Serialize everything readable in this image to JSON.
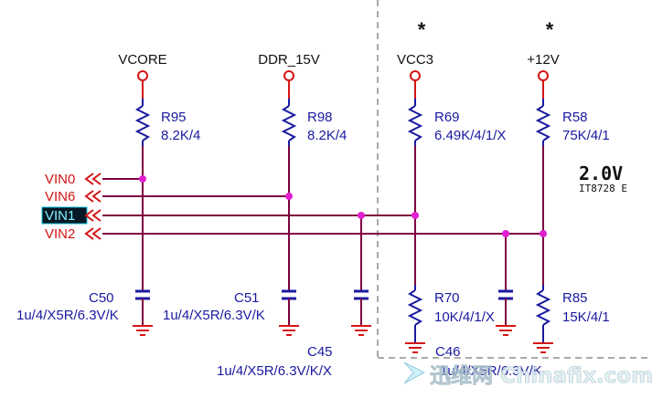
{
  "rails": [
    {
      "id": "vcore",
      "label": "VCORE"
    },
    {
      "id": "ddr",
      "label": "DDR_15V"
    },
    {
      "id": "vcc3",
      "label": "VCC3",
      "star": "*"
    },
    {
      "id": "p12",
      "label": "+12V",
      "star": "*"
    }
  ],
  "resistors": [
    {
      "ref": "R95",
      "value": "8.2K/4"
    },
    {
      "ref": "R98",
      "value": "8.2K/4"
    },
    {
      "ref": "R69",
      "value": "6.49K/4/1/X"
    },
    {
      "ref": "R58",
      "value": "75K/4/1"
    },
    {
      "ref": "R70",
      "value": "10K/4/1/X"
    },
    {
      "ref": "R85",
      "value": "15K/4/1"
    }
  ],
  "capacitors": [
    {
      "ref": "C50",
      "value": "1u/4/X5R/6.3V/K"
    },
    {
      "ref": "C51",
      "value": "1u/4/X5R/6.3V/K"
    },
    {
      "ref": "C45",
      "value": "1u/4/X5R/6.3V/K/X"
    },
    {
      "ref": "C46",
      "value": "1u/4/X5R/6.3V/K"
    }
  ],
  "ports": [
    "VIN0",
    "VIN6",
    "VIN1",
    "VIN2"
  ],
  "ic": {
    "voltage": "2.0V",
    "part": "IT8728 E"
  },
  "watermark": {
    "text": "迅维网 Chinafix.com"
  },
  "colors": {
    "wire": "#800040",
    "component": "#1a1aa0",
    "port": "#d41414",
    "junction": "#e020d0",
    "highlight": "#00bcd4"
  }
}
